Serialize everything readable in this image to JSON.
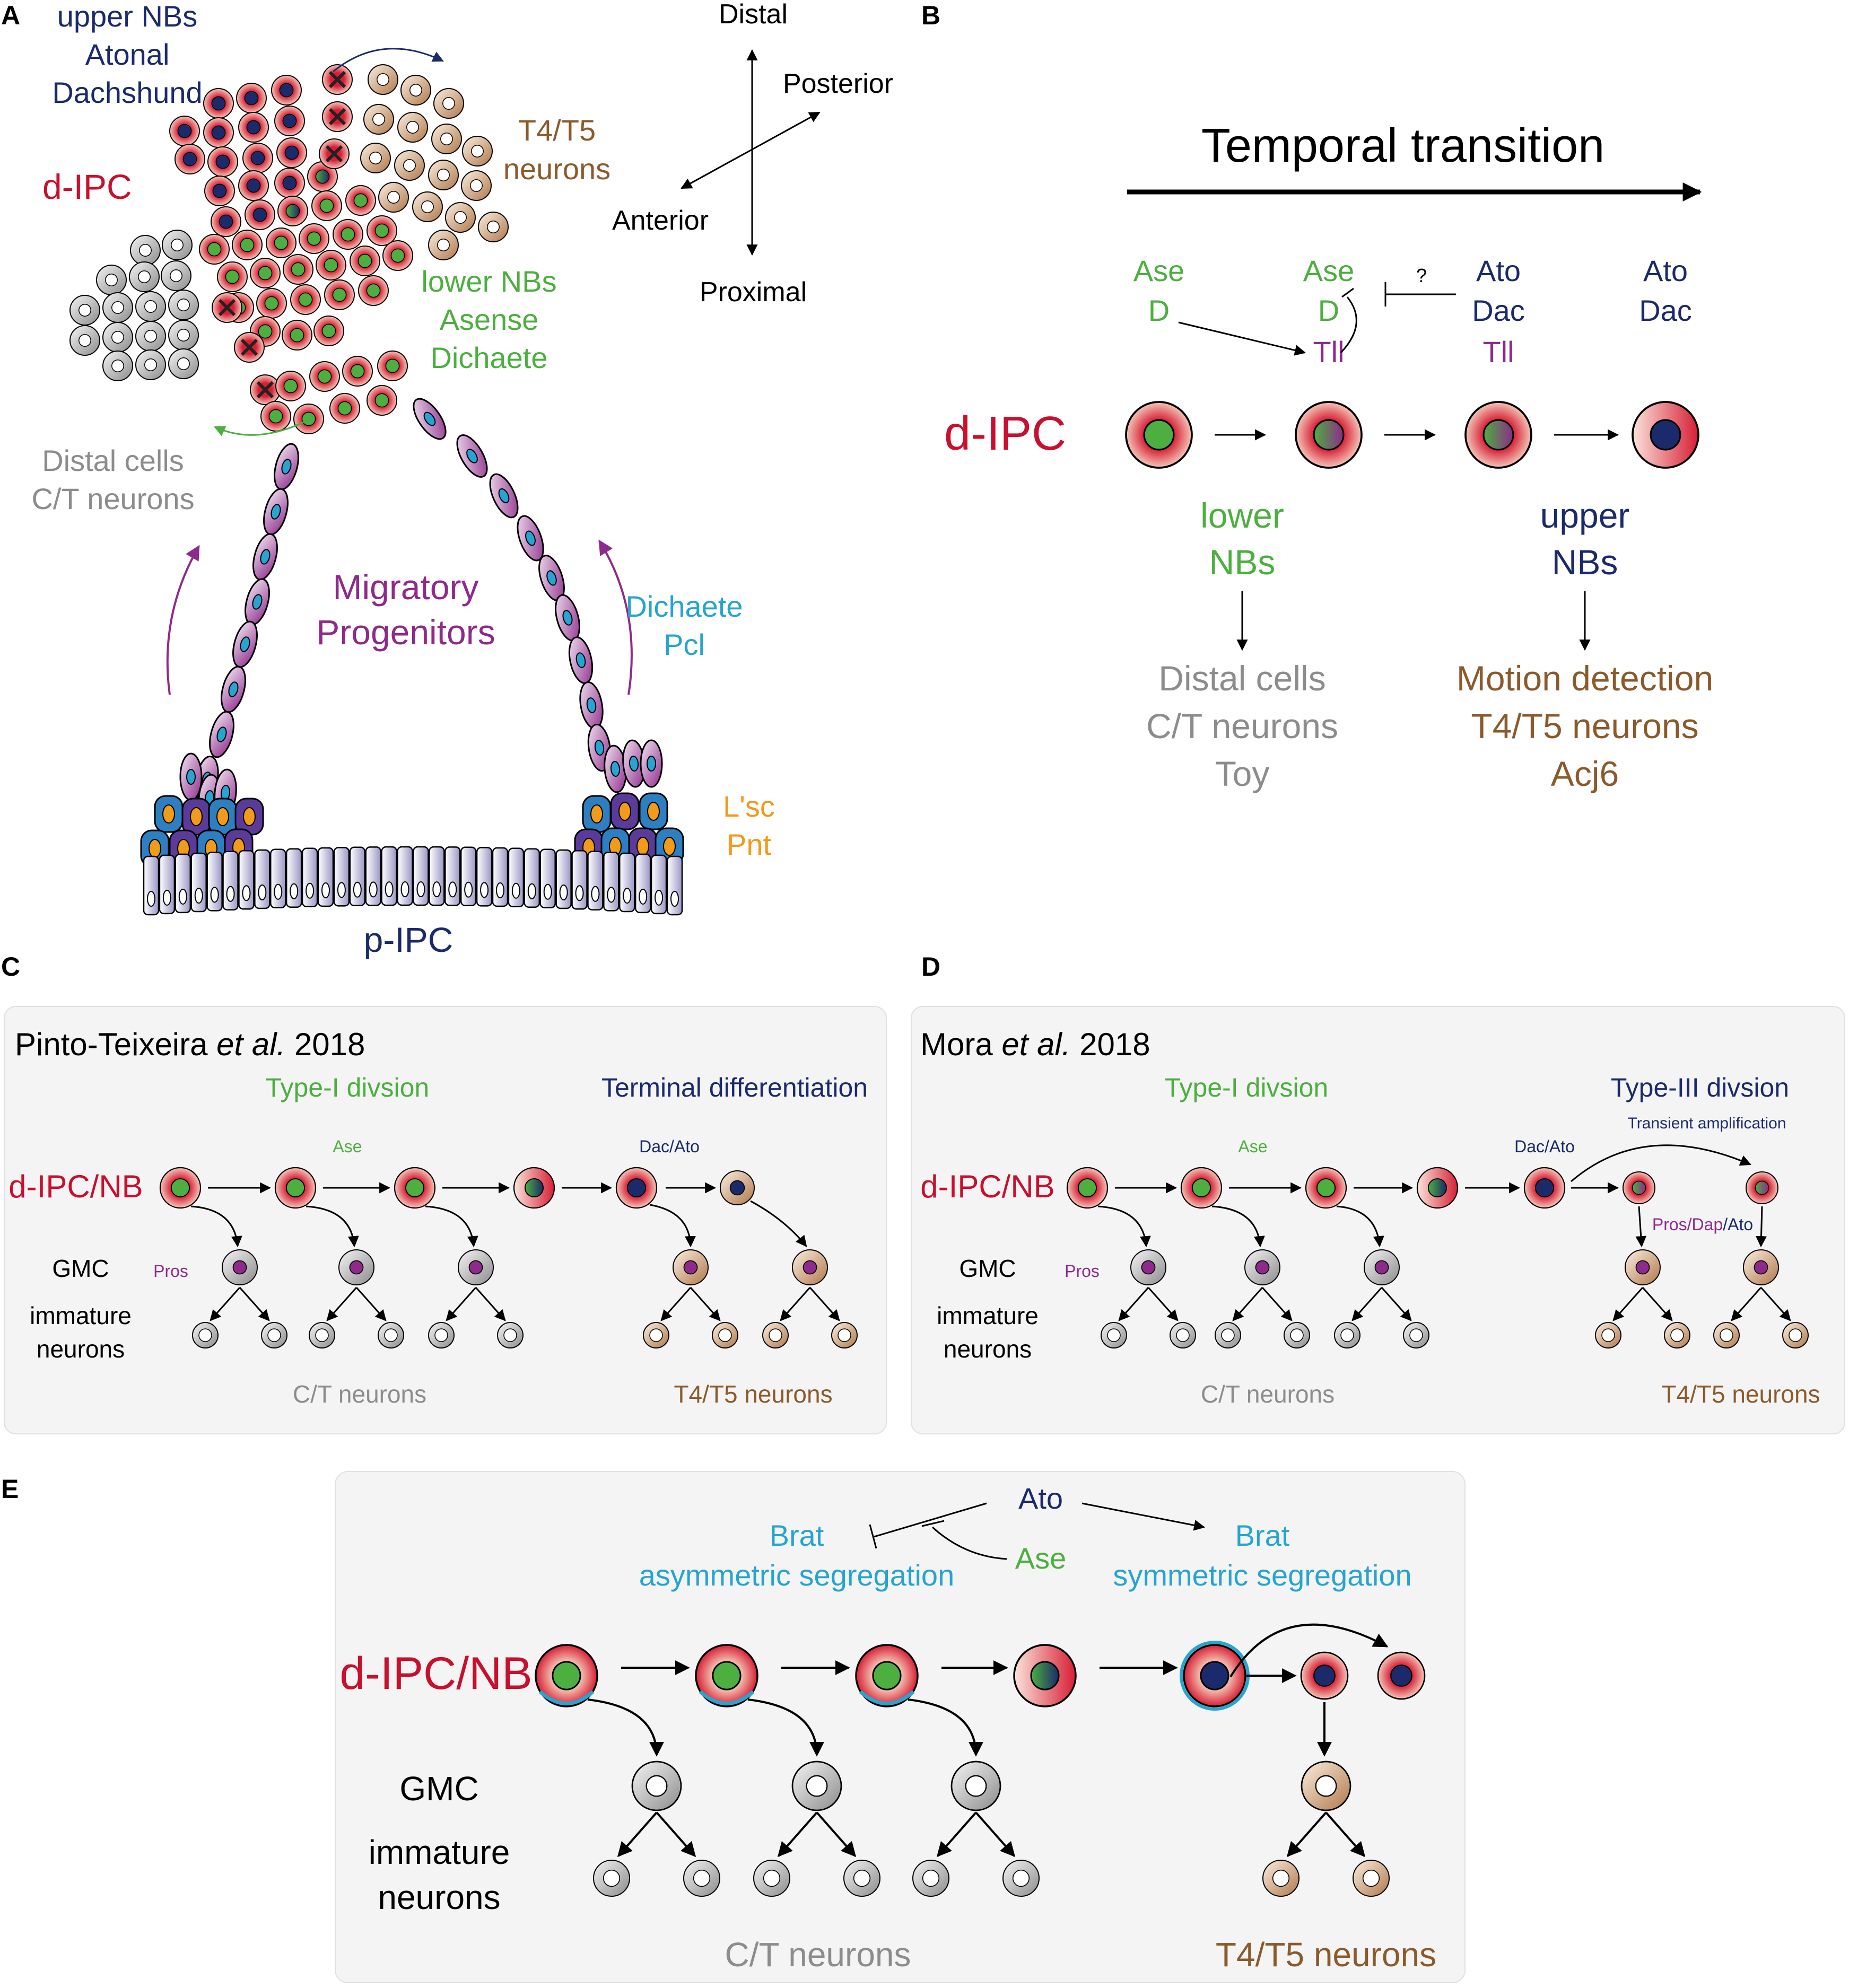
{
  "colors": {
    "red": "#c8102e",
    "navy": "#1b2a6b",
    "green": "#4caf3f",
    "purple": "#8e2a8b",
    "cyan": "#27a4cf",
    "orange": "#f29a1a",
    "brown": "#8b5a2b",
    "grey": "#8c8c8c",
    "panel": "#f4f4f4",
    "panelBorder": "#e0e0e0"
  },
  "panelA": {
    "letter": "A",
    "upperNBs": "upper NBs",
    "atonal": "Atonal",
    "dachshund": "Dachshund",
    "dipc": "d-IPC",
    "t4t5_line1": "T4/T5",
    "t4t5_line2": "neurons",
    "lowerNBs": "lower NBs",
    "asense": "Asense",
    "dichaete": "Dichaete",
    "distalCells": "Distal cells",
    "ctNeurons": "C/T neurons",
    "migratory1": "Migratory",
    "migratory2": "Progenitors",
    "dichaete2": "Dichaete",
    "pcl": "Pcl",
    "lsc": "L'sc",
    "pnt": "Pnt",
    "pipc": "p-IPC",
    "axis": {
      "distal": "Distal",
      "posterior": "Posterior",
      "anterior": "Anterior",
      "proximal": "Proximal"
    }
  },
  "panelB": {
    "letter": "B",
    "title": "Temporal transition",
    "col1": [
      "Ase",
      "D"
    ],
    "col2": [
      "Ase",
      "D",
      "Tll"
    ],
    "question": "?",
    "col3": [
      "Ato",
      "Dac",
      "Tll"
    ],
    "col4": [
      "Ato",
      "Dac"
    ],
    "dipc": "d-IPC",
    "lower": [
      "lower",
      "NBs"
    ],
    "upper": [
      "upper",
      "NBs"
    ],
    "distalOut": [
      "Distal cells",
      "C/T neurons",
      "Toy"
    ],
    "motionOut": [
      "Motion detection",
      "T4/T5 neurons",
      "Acj6"
    ]
  },
  "panelC": {
    "letter": "C",
    "ref_author": "Pinto-Teixeira ",
    "ref_etal": "et al.",
    "ref_year": " 2018",
    "typeI": "Type-I divsion",
    "terminal": "Terminal differentiation",
    "ase": "Ase",
    "dacato": "Dac/Ato",
    "dipcnb": "d-IPC/NB",
    "gmc": "GMC",
    "pros": "Pros",
    "immature1": "immature",
    "immature2": "neurons",
    "ct": "C/T neurons",
    "t4t5": "T4/T5 neurons"
  },
  "panelD": {
    "letter": "D",
    "ref_author": "Mora ",
    "ref_etal": "et al.",
    "ref_year": " 2018",
    "typeI": "Type-I divsion",
    "typeIII": "Type-III divsion",
    "transient": "Transient amplification",
    "ase": "Ase",
    "dacato": "Dac/Ato",
    "prosdap_pros": "Pros",
    "prosdap_dap": "/Dap",
    "prosdap_ato": "/Ato",
    "dipcnb": "d-IPC/NB",
    "gmc": "GMC",
    "pros": "Pros",
    "immature1": "immature",
    "immature2": "neurons",
    "ct": "C/T neurons",
    "t4t5": "T4/T5 neurons"
  },
  "panelE": {
    "letter": "E",
    "ato": "Ato",
    "brat1": "Brat",
    "asym": "asymmetric segregation",
    "ase": "Ase",
    "brat2": "Brat",
    "sym": "symmetric segregation",
    "dipcnb": "d-IPC/NB",
    "gmc": "GMC",
    "immature1": "immature",
    "immature2": "neurons",
    "ct": "C/T neurons",
    "t4t5": "T4/T5 neurons"
  }
}
